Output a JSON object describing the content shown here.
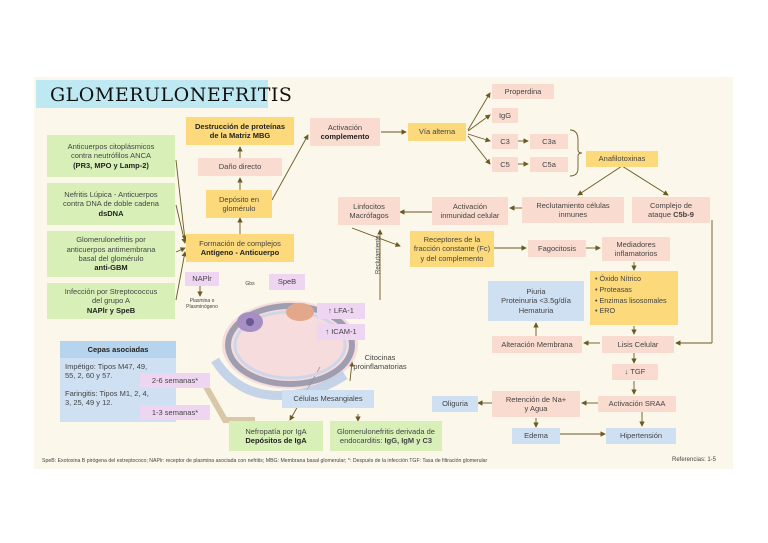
{
  "title": "GLOMERULONEFRITIS",
  "left_causes": [
    {
      "text": "Anticuerpos citoplásmicos\ncontra neutrófilos ANCA",
      "bold": "(PR3, MPO y Lamp-2)"
    },
    {
      "text": "Nefritis Lúpica - Anticuerpos\ncontra DNA de doble cadena",
      "bold": "dsDNA"
    },
    {
      "text": "Glomerulonefritis por\nanticuerpos antimembrana\nbasal del glomérulo",
      "bold": "anti-GBM"
    },
    {
      "text": "Infección por Streptococcus\ndel grupo A",
      "bold": "NAPlr y SpeB"
    }
  ],
  "center": {
    "destruccion": "Destrucción de proteínas\nde la Matriz MBG",
    "dano": "Daño directo",
    "deposito": "Depósito en\nglomérulo",
    "formacion": "Formación de complejos",
    "formacion_bold": "Antígeno - Anticuerpo",
    "napir": "NAPlr",
    "plasmina": "Plasmina o\nPlasminógeno",
    "speb": "SpeB",
    "gbs": "Gbs",
    "lfa": "↑ LFA-1",
    "icam": "↑ ICAM-1",
    "reclutamiento_v": "Reclutamiento",
    "citocinas": "Citocinas\nproinflamatorias",
    "mesangiales": "Células Mesangiales"
  },
  "cepas": {
    "title": "Cepas asociadas",
    "impetigo": "Impétigo: Tipos M47, 49,\n55, 2, 60 y 57.",
    "faringitis": "Faringitis: Tipos M1, 2, 4,\n3, 25, 49 y 12.",
    "semanas_1": "2-6 semanas*",
    "semanas_2": "1-3 semanas*"
  },
  "bottom": {
    "iga": "Nefropatía por IgA",
    "iga_bold": "Depósitos de IgA",
    "endo": "Glomerulonefritis derivada de\nendocarditis:",
    "endo_bold": "IgG, IgM y C3"
  },
  "complement": {
    "activacion": "Activación",
    "activacion_bold": "complemento",
    "via": "Vía alterna",
    "properdina": "Properdina",
    "igg": "IgG",
    "c3": "C3",
    "c3a": "C3a",
    "c5": "C5",
    "c5a": "C5a",
    "anafilotoxinas": "Anafilotoxinas",
    "reclutamiento": "Reclutamiento células\ninmunes",
    "complejo": "Complejo de\nataque",
    "complejo_bold": "C5b-9"
  },
  "immune": {
    "linfocitos": "Linfocitos\nMacrófagos",
    "act_celular": "Activación\ninmunidad celular",
    "receptores": "Receptores de la\nfracción constante (Fc)\ny del complemento",
    "fagocitosis": "Fagocitosis",
    "mediadores": "Mediadores\ninflamatorios",
    "list": [
      "Óxido Nítrico",
      "Proteasas",
      "Enzimas lisosomales",
      "ERO"
    ]
  },
  "renal": {
    "piuria": "Piuria\nProteinuria <3.5g/día\nHematuria",
    "alteracion": "Alteración Membrana",
    "lisis": "Lisis Celular",
    "tgf": "↓ TGF",
    "sraa": "Activación SRAA",
    "retencion": "Retención de Na+\ny Agua",
    "oliguria": "Oliguria",
    "edema": "Edema",
    "hipertension": "Hipertensión"
  },
  "footer": {
    "legend": "SpeB: Exotoxina B pirógena del estreptococo; NAPlr: receptor de plasmina asociada con nefritis; MBG: Membrana basal glomerular; *: Después de la infección TGF: Tasa de filtración glomerular",
    "refs": "Referencias: 1-5"
  },
  "colors": {
    "green": "#d8f0b8",
    "yellow": "#fcd97a",
    "peach": "#f9dccf",
    "blue": "#cfe0f3",
    "lavender": "#eed5f2",
    "cyan": "#bfe9f2",
    "arrow": "#6b5a22"
  }
}
